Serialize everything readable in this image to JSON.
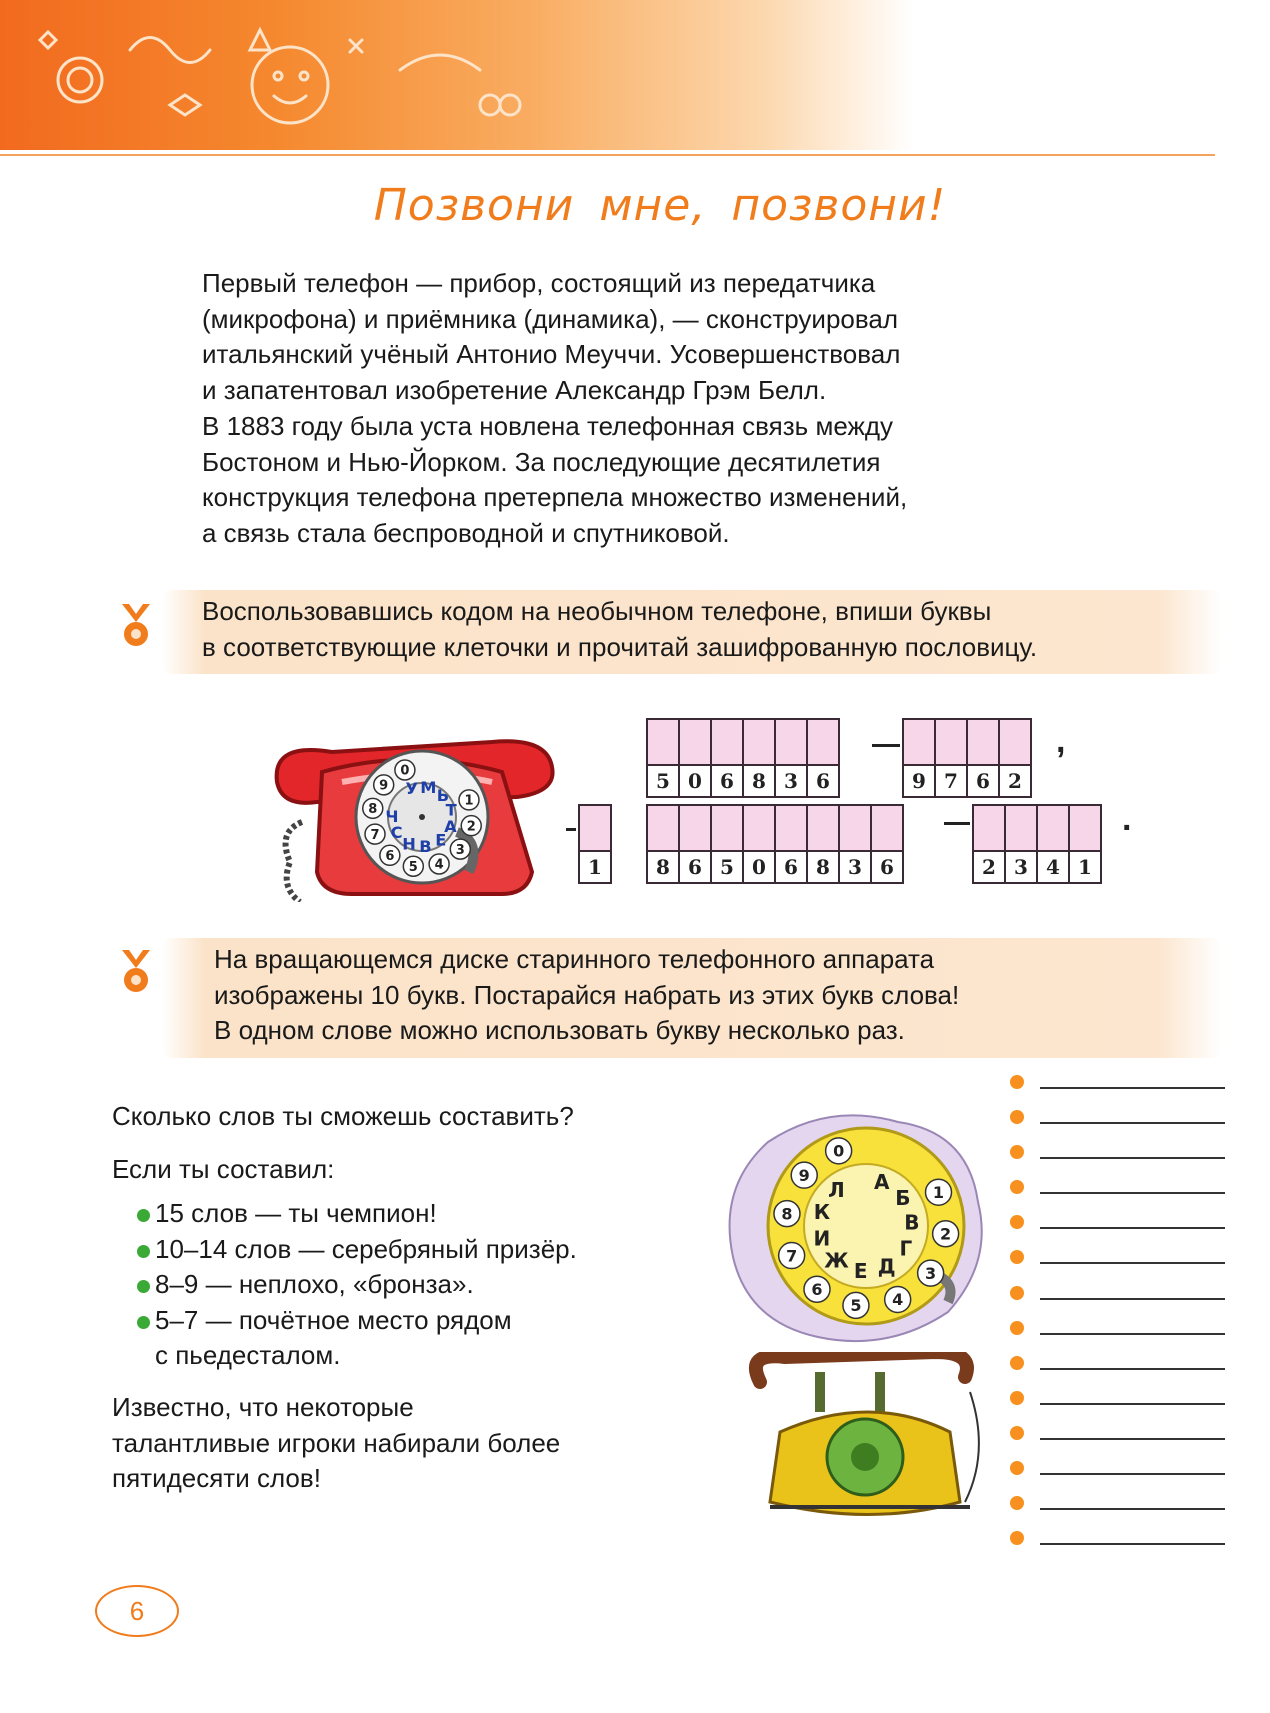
{
  "title": "Позвони мне, позвони!",
  "intro": [
    "Первый телефон — прибор, состоящий из передатчика",
    "(микрофона) и приёмника (динамика), — сконструировал",
    "итальянский учёный Антонио Меуччи. Усовершенствовал",
    "и запатентовал изобретение Александр Грэм Белл.",
    "В 1883 году была уста новлена телефонная связь между",
    "Бостоном и Нью-Йорком. За последующие десятилетия",
    "конструкция телефона претерпела множество изменений,",
    "а связь стала беспроводной и спутниковой."
  ],
  "task1": [
    "Воспользовавшись кодом на необычном телефоне, впиши буквы",
    "в соответствующие клеточки и прочитай зашифрованную пословицу."
  ],
  "red_dial": {
    "numbers": [
      "1",
      "2",
      "3",
      "4",
      "5",
      "6",
      "7",
      "8",
      "9",
      "0"
    ],
    "letters": [
      "У",
      "М",
      "Ь",
      "Т",
      "А",
      "Е",
      "В",
      "Н",
      "С",
      "Ч"
    ]
  },
  "cipher": {
    "group1": [
      "5",
      "0",
      "6",
      "8",
      "3",
      "6"
    ],
    "group2": [
      "9",
      "7",
      "6",
      "2"
    ],
    "group3": [
      "1"
    ],
    "group4": [
      "8",
      "6",
      "5",
      "0",
      "6",
      "8",
      "3",
      "6"
    ],
    "group5": [
      "2",
      "3",
      "4",
      "1"
    ],
    "comma": ",",
    "period": "."
  },
  "task2": [
    "На вращающемся диске старинного телефонного аппарата",
    "изображены 10 букв. Постарайся набрать из этих букв слова!",
    "В одном слове можно использовать букву несколько раз."
  ],
  "question": "Сколько слов ты сможешь составить?",
  "if_composed": "Если ты составил:",
  "levels": [
    {
      "text": "15 слов — ты чемпион!"
    },
    {
      "text": "10–14 слов — серебряный призёр."
    },
    {
      "text": "8–9 — неплохо, «бронза»."
    },
    {
      "text": "5–7 — почётное место рядом",
      "cont": "с пьедесталом."
    }
  ],
  "note": [
    "Известно, что некоторые",
    "талантливые игроки набирали более",
    "пятидесяти слов!"
  ],
  "yellow_dial": {
    "numbers": [
      "1",
      "2",
      "3",
      "4",
      "5",
      "6",
      "7",
      "8",
      "9",
      "0"
    ],
    "letters": [
      "А",
      "Б",
      "В",
      "Г",
      "Д",
      "Е",
      "Ж",
      "И",
      "К",
      "Л"
    ]
  },
  "answer_line_count": 14,
  "page_number": "6",
  "colors": {
    "accent": "#f07c1c",
    "cell_fill": "#f7d6ea",
    "bullet": "#3aa935",
    "band": "#fce6cf"
  }
}
